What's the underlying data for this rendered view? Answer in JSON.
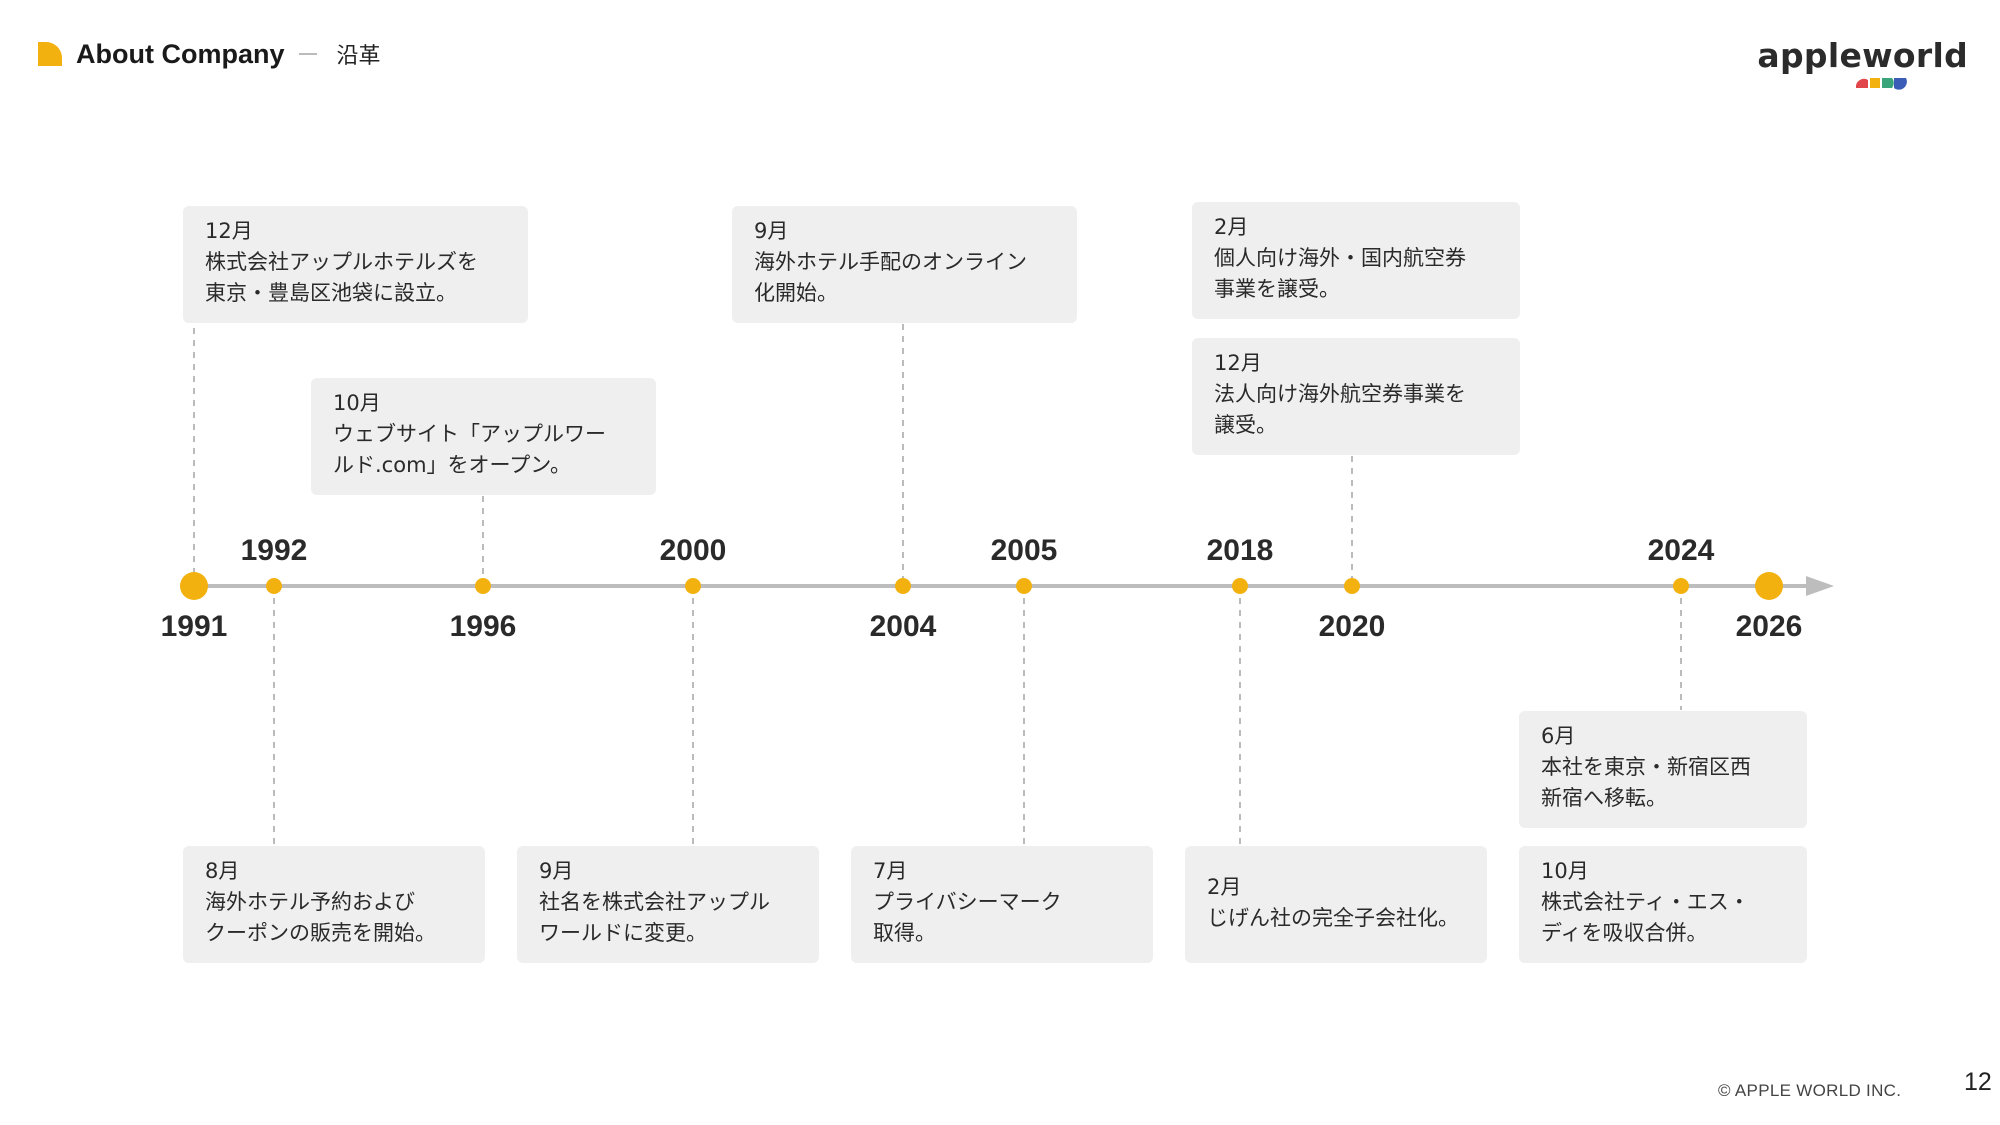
{
  "header": {
    "title": "About Company",
    "section": "沿革"
  },
  "logo": {
    "text": "appleworld"
  },
  "footer": {
    "copyright": "© APPLE WORLD INC.",
    "page": "12"
  },
  "colors": {
    "accent": "#f2b10e",
    "axis": "#bdbdbd",
    "card": "#efefef",
    "connector": "#bbbbbb"
  },
  "timeline": {
    "years": [
      "1991",
      "1992",
      "1996",
      "2000",
      "2004",
      "2005",
      "2018",
      "2020",
      "2024",
      "2026"
    ]
  },
  "events": [
    {
      "month": "12月",
      "text": "株式会社アップルホテルズを\n東京・豊島区池袋に設立。"
    },
    {
      "month": "10月",
      "text": "ウェブサイト「アップルワー\nルド.com」をオープン。"
    },
    {
      "month": "9月",
      "text": "海外ホテル手配のオンライン\n化開始。"
    },
    {
      "month": "2月",
      "text": "個人向け海外・国内航空券\n事業を譲受。"
    },
    {
      "month": "12月",
      "text": "法人向け海外航空券事業を\n譲受。"
    },
    {
      "month": "8月",
      "text": "海外ホテル予約および\nクーポンの販売を開始。"
    },
    {
      "month": "9月",
      "text": "社名を株式会社アップル\nワールドに変更。"
    },
    {
      "month": "7月",
      "text": "プライバシーマーク\n取得。"
    },
    {
      "month": "2月",
      "text": "じげん社の完全子会社化。"
    },
    {
      "month": "6月",
      "text": "本社を東京・新宿区西\n新宿へ移転。"
    },
    {
      "month": "10月",
      "text": "株式会社ティ・エス・\nディを吸収合併。"
    }
  ]
}
